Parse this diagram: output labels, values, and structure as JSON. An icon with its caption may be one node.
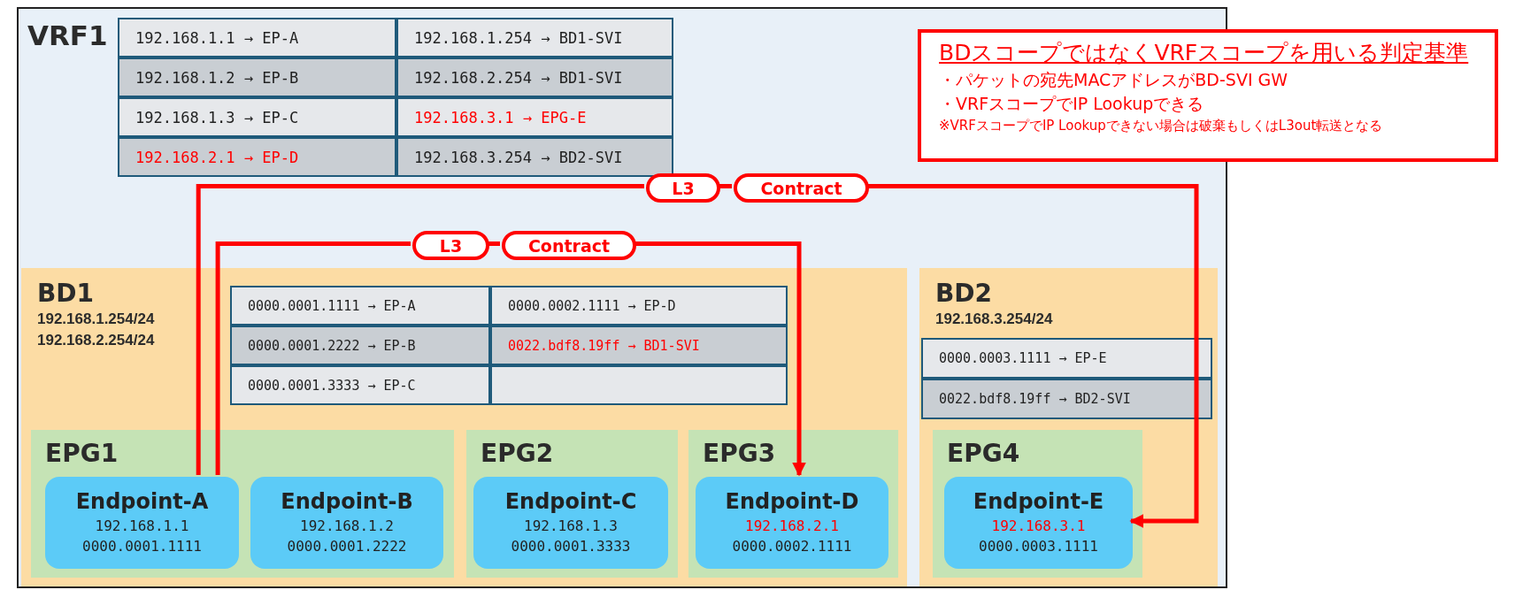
{
  "diagram": {
    "nodes": [
      {
        "text": [
          "VRF1"
        ]
      },
      {
        "text": [
          "BD1",
          "192.168.1.254/24 192.168.2.254/24"
        ],
        "in": 0
      },
      {
        "text": [
          "EPG1"
        ],
        "in": 1
      },
      {
        "text": [
          "Endpoint-A",
          "192.168.1.1",
          "0000.0001.1111"
        ],
        "in": 2
      },
      {
        "text": [
          "Endpoint-B",
          "192.168.1.2",
          "0000.0001.2222"
        ],
        "in": 2
      },
      {
        "text": [
          "EPG2"
        ],
        "in": 1
      },
      {
        "text": [
          "Endpoint-C",
          "192.168.1.3",
          "0000.0001.3333"
        ],
        "in": 5
      },
      {
        "text": [
          "EPG3"
        ],
        "in": 1
      },
      {
        "text": [
          "Endpoint-D",
          "192.168.2.1",
          "0000.0002.1111"
        ],
        "in": 7
      },
      {
        "text": [
          "BD2",
          "192.168.3.254/24"
        ],
        "in": 0
      },
      {
        "text": [
          "EPG4"
        ],
        "in": 9
      },
      {
        "text": [
          "Endpoint-E",
          "192.168.3.1",
          "0000.0003.1111"
        ],
        "in": 10
      },
      {
        "text": [
          "BDスコープではなくVRFスコープを用いる判定基準",
          "・パケットの宛先MACアドレスがBD-SVI GW",
          "・VRFスコープでIP Lookupできる",
          "※VRFスコープでIP Lookupできない場合は破棄もしくはL3out転送となる"
        ]
      },
      {
        "text": [
          "L3"
        ],
        "in": 0
      },
      {
        "text": [
          "Contract"
        ],
        "in": 0
      },
      {
        "text": [
          "L3"
        ],
        "in": 0
      },
      {
        "text": [
          "Contract"
        ],
        "in": 0
      }
    ],
    "edges": [
      {
        "from": 3,
        "to": 13,
        "arrow": "none"
      },
      {
        "from": 13,
        "to": 14,
        "arrow": "none"
      },
      {
        "from": 14,
        "to": 11,
        "arrow": "to"
      },
      {
        "from": 3,
        "to": 15,
        "arrow": "none"
      },
      {
        "from": 15,
        "to": 16,
        "arrow": "none"
      },
      {
        "from": 16,
        "to": 8,
        "arrow": "to"
      }
    ],
    "labels": [
      "192.168.1.1 → EP-A",
      "192.168.1.254 → BD1-SVI",
      "192.168.1.2 → EP-B",
      "192.168.2.254 → BD1-SVI",
      "192.168.1.3 → EP-C",
      "192.168.3.1 → EPG-E",
      "192.168.2.1 → EP-D",
      "192.168.3.254 → BD2-SVI",
      "0000.0001.1111 → EP-A",
      "0000.0002.1111 → EP-D",
      "0000.0001.2222 → EP-B",
      "0022.bdf8.19ff → BD1-SVI",
      "0000.0001.3333 → EP-C",
      "0000.0003.1111 → EP-E",
      "0022.bdf8.19ff → BD2-SVI"
    ]
  }
}
